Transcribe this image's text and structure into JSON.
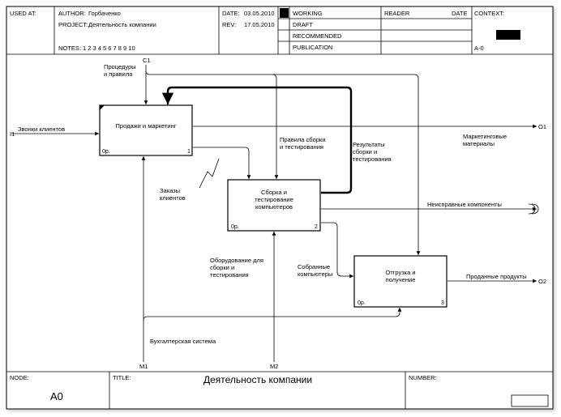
{
  "header": {
    "used_at_label": "USED AT:",
    "author_label": "AUTHOR:",
    "author": "Горбаченко",
    "project_label": "PROJECT:",
    "project": "Деятельность компании",
    "notes_label": "NOTES:",
    "notes": "1 2 3 4 5 6 7 8 9 10",
    "date_label": "DATE:",
    "date": "03.05.2010",
    "rev_label": "REV:",
    "rev": "17.05.2010",
    "status": [
      "WORKING",
      "DRAFT",
      "RECOMMENDED",
      "PUBLICATION"
    ],
    "reader_label": "READER",
    "reader_date_label": "DATE",
    "context_label": "CONTEXT:",
    "context_node": "A-0"
  },
  "footer": {
    "node_label": "NODE:",
    "node": "A0",
    "title_label": "TITLE:",
    "title": "Деятельность компании",
    "number_label": "NUMBER:"
  },
  "boxes": [
    {
      "label": "Продажи  и маркетинг",
      "cost": "0р.",
      "number": "1"
    },
    {
      "label": "Сборка и тестирование компьютеров",
      "cost": "0р.",
      "number": "2"
    },
    {
      "label": "Отгрузка и получение",
      "cost": "0р.",
      "number": "3"
    }
  ],
  "arrows": {
    "procedures": "Процедуры и правила",
    "calls": "Звонки клиентов",
    "marketing_materials": "Маркетинговые материалы",
    "assembly_rules": "Правила сборки и тестирования",
    "test_results": "Результаты сборки и тестирования",
    "orders": "Заказы клиентов",
    "defective": "Неисправные компоненты",
    "equipment": "Оборудование для сборки и тестирования",
    "assembled": "Собранные компьютеры",
    "sold": "Проданные продукты",
    "accounting": "Бухгалтерская система"
  },
  "tunnels": {
    "c1": "C1",
    "i1": "I1",
    "o1": "O1",
    "o2": "O2",
    "m1": "M1",
    "m2": "M2"
  }
}
